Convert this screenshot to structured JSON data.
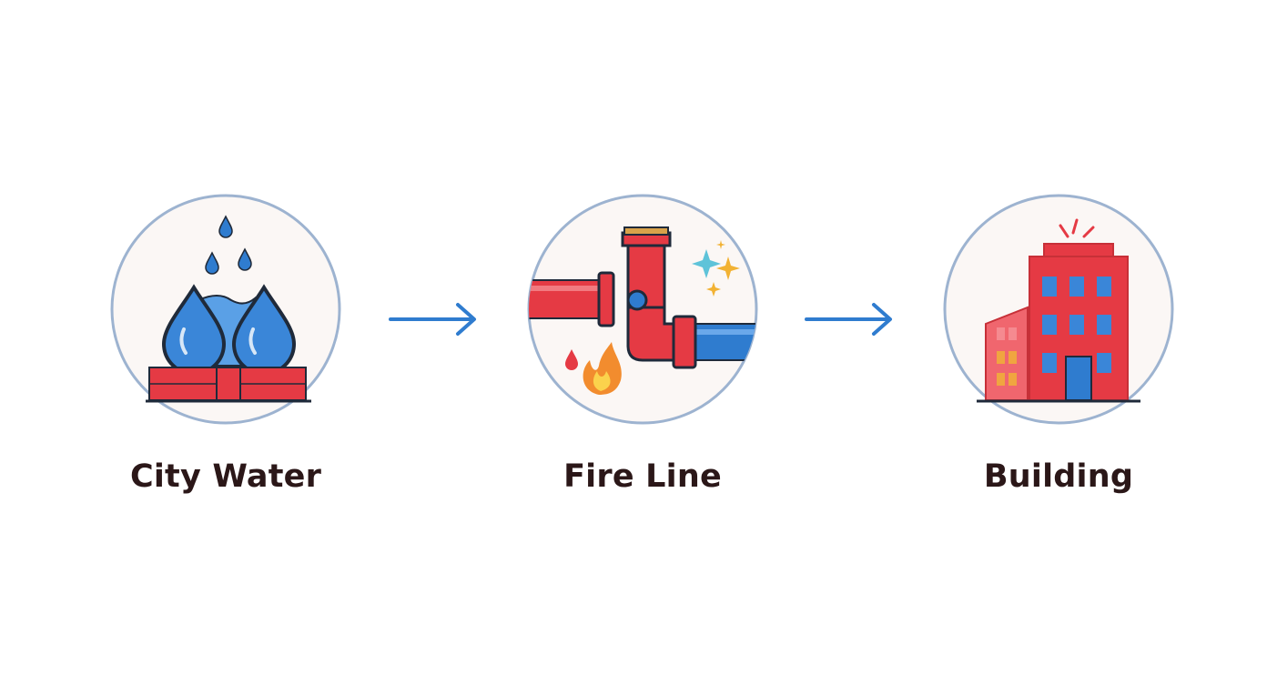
{
  "steps": [
    {
      "label": "City Water",
      "icon": "water-drops-icon"
    },
    {
      "label": "Fire Line",
      "icon": "pipe-valve-icon"
    },
    {
      "label": "Building",
      "icon": "building-icon"
    }
  ],
  "colors": {
    "circle_fill": "#fbf7f5",
    "circle_stroke": "#9db3d0",
    "red": "#e53a44",
    "blue": "#2f7ccf",
    "arrow": "#2f7ccf",
    "outline": "#1f2a3a",
    "label_text": "#2b1718"
  }
}
